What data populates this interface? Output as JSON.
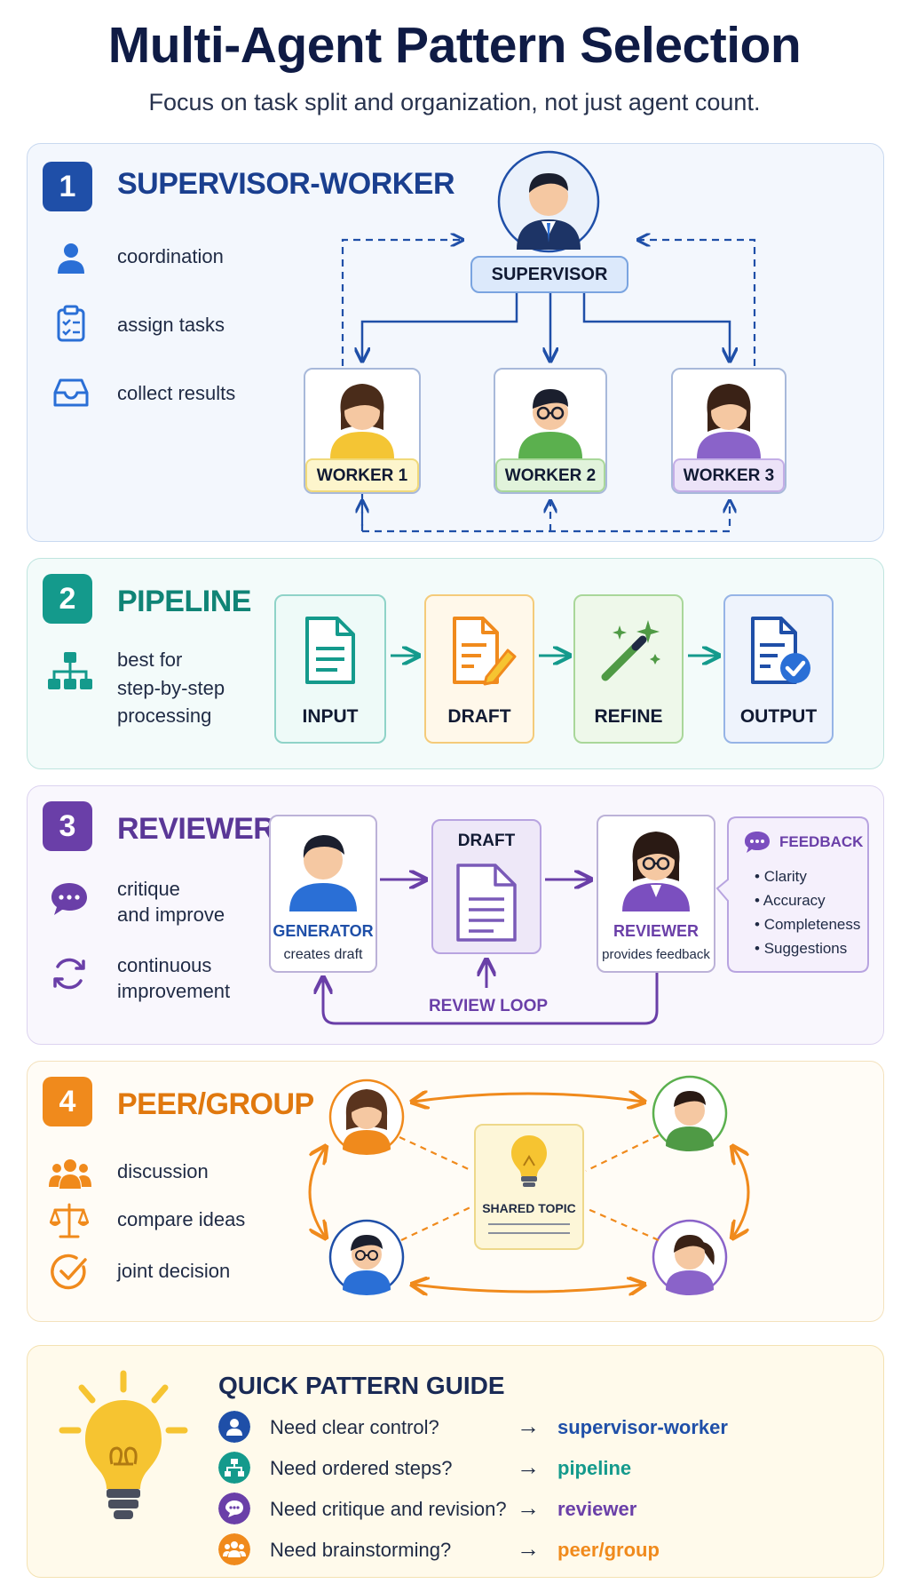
{
  "header": {
    "title": "Multi-Agent Pattern Selection",
    "subtitle": "Focus on task split and organization, not just agent count."
  },
  "colors": {
    "navy": "#1f4fa8",
    "teal": "#149a8c",
    "purple": "#6a3fa8",
    "orange": "#f08a1c",
    "yellow": "#f6c431"
  },
  "supervisor_worker": {
    "number": "1",
    "title": "SUPERVISOR-WORKER",
    "features": [
      "coordination",
      "assign tasks",
      "collect results"
    ],
    "supervisor": "SUPERVISOR",
    "workers": [
      "WORKER 1",
      "WORKER 2",
      "WORKER 3"
    ]
  },
  "pipeline": {
    "number": "2",
    "title": "PIPELINE",
    "feature_lines": [
      "best for",
      "step-by-step",
      "processing"
    ],
    "stages": [
      "INPUT",
      "DRAFT",
      "REFINE",
      "OUTPUT"
    ]
  },
  "reviewer": {
    "number": "3",
    "title": "REVIEWER",
    "feature1": [
      "critique",
      "and improve"
    ],
    "feature2": [
      "continuous",
      "improvement"
    ],
    "generator_label": "GENERATOR",
    "generator_sub": "creates draft",
    "draft_label": "DRAFT",
    "reviewer_label": "REVIEWER",
    "reviewer_sub": "provides feedback",
    "loop_label": "REVIEW LOOP",
    "feedback_title": "FEEDBACK",
    "feedback_items": [
      "Clarity",
      "Accuracy",
      "Completeness",
      "Suggestions"
    ]
  },
  "peer_group": {
    "number": "4",
    "title": "PEER/GROUP",
    "features": [
      "discussion",
      "compare ideas",
      "joint decision"
    ],
    "shared_topic": "SHARED TOPIC"
  },
  "guide": {
    "title": "QUICK PATTERN GUIDE",
    "arrow": "→",
    "rows": [
      {
        "question": "Need clear control?",
        "answer": "supervisor-worker"
      },
      {
        "question": "Need ordered steps?",
        "answer": "pipeline"
      },
      {
        "question": "Need critique and revision?",
        "answer": "reviewer"
      },
      {
        "question": "Need brainstorming?",
        "answer": "peer/group"
      }
    ]
  }
}
